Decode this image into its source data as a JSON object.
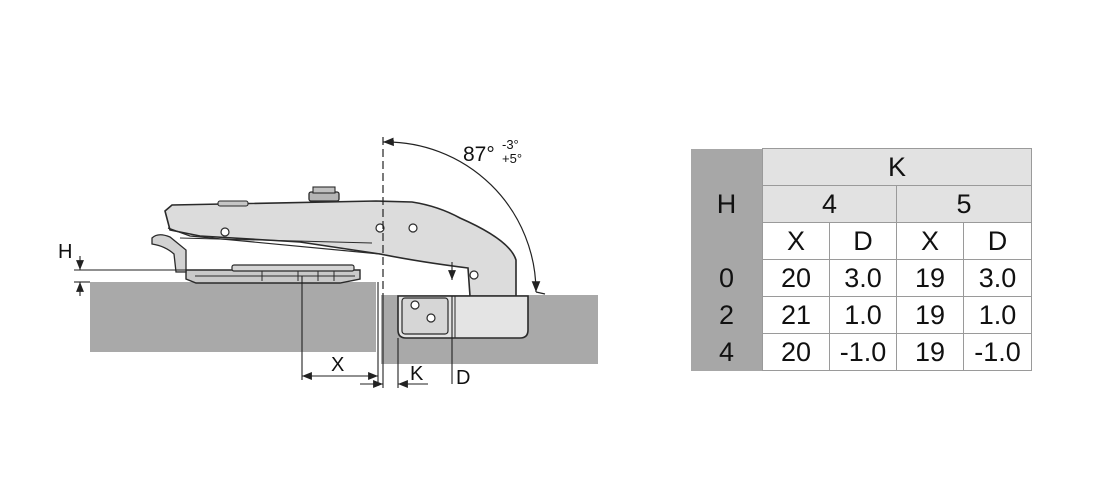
{
  "diagram": {
    "angle_main": "87°",
    "angle_minus": "-3°",
    "angle_plus": "+5°",
    "label_h": "H",
    "label_x": "X",
    "label_k": "K",
    "label_d": "D"
  },
  "table": {
    "k_header": "K",
    "h_header": "H",
    "k_values": [
      "4",
      "5"
    ],
    "col_headers": [
      "X",
      "D",
      "X",
      "D"
    ],
    "rows": [
      {
        "h": "0",
        "cells": [
          "20",
          "3.0",
          "19",
          "3.0"
        ]
      },
      {
        "h": "2",
        "cells": [
          "21",
          "1.0",
          "19",
          "1.0"
        ]
      },
      {
        "h": "4",
        "cells": [
          "20",
          "-1.0",
          "19",
          "-1.0"
        ]
      }
    ]
  }
}
